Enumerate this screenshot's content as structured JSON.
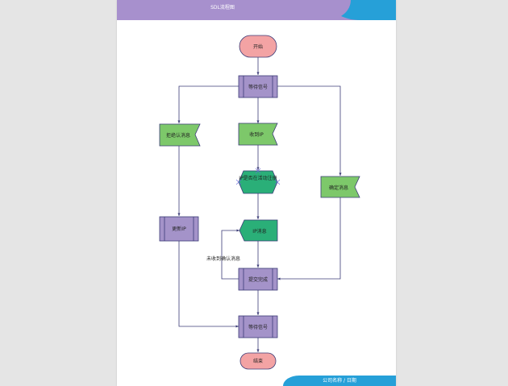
{
  "document": {
    "title": "SDL流程图",
    "footer": "公司名称 / 日期"
  },
  "nodes": {
    "start": "开始",
    "wait_signal_1": "等待信号",
    "rejection_msg": "拒绝认消息",
    "get_ip": "收到IP",
    "ip_check": "IP是否在活动注册",
    "confirm_msg": "确定消息",
    "update_ip": "更新IP",
    "ip_msg": "IP消息",
    "submit": "提交完成",
    "wait_signal_2": "等待信号",
    "end": "结束"
  },
  "edges": {
    "loop_label": "未收到确认消息"
  },
  "colors": {
    "terminal": "#f3a3a4",
    "process": "#a493c9",
    "signal_green": "#7dc86a",
    "decision_teal": "#2aaf78",
    "header": "#a790cd",
    "accent": "#26a0d8",
    "line": "#3c3c78"
  }
}
